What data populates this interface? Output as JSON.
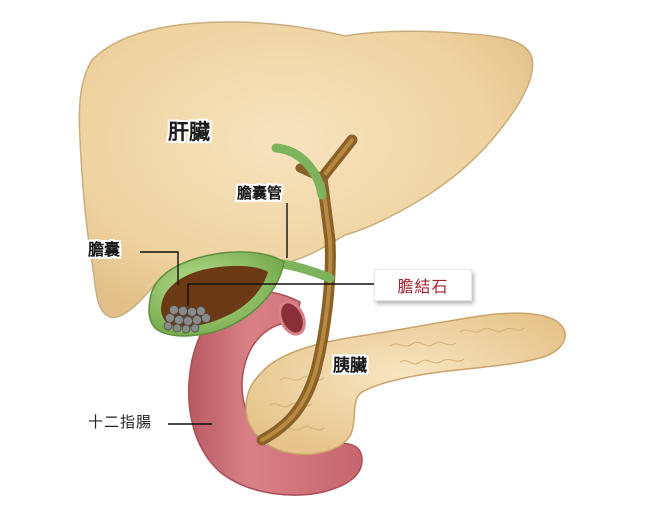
{
  "labels": {
    "liver": "肝臟",
    "cystic_duct": "膽囊管",
    "gallbladder": "膽囊",
    "gallstones": "膽結石",
    "pancreas": "胰臟",
    "duodenum": "十二指腸"
  },
  "colors": {
    "liver": "#f0d7a8",
    "liver_outline": "#c9ad7d",
    "gallbladder_wall": "#8cc063",
    "bile": "#6b3a15",
    "duct_green": "#7eb35d",
    "duct_brown": "#8a6128",
    "duodenum": "#cf7479",
    "pancreas": "#f2d9a8",
    "stone": "#8a8a8a",
    "callout_text": "#a1232b"
  }
}
